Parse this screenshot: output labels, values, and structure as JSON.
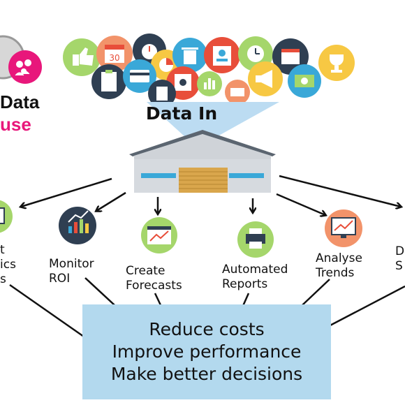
{
  "brand": {
    "line1": "Data",
    "line2": "use",
    "colors": {
      "accent": "#e8177b",
      "text": "#111111"
    }
  },
  "funnel": {
    "label": "Data In"
  },
  "icons_cloud": [
    "thumbs-up-icon",
    "calendar-30-icon",
    "stopwatch-icon",
    "pie-chart-icon",
    "trash-icon",
    "id-badge-icon",
    "clock-icon",
    "calendar-icon",
    "trophy-icon",
    "clipboard-icon",
    "credit-card-icon",
    "bar-chart-icon",
    "safe-icon",
    "document-icon",
    "megaphone-icon",
    "money-icon"
  ],
  "outcomes": {
    "left_partial": [
      "t",
      "ics",
      "s"
    ],
    "monitor_roi": [
      "Monitor",
      "ROI"
    ],
    "create_forecasts": [
      "Create",
      "Forecasts"
    ],
    "automated_reports": [
      "Automated",
      "Reports"
    ],
    "analyse_trends": [
      "Analyse",
      "Trends"
    ],
    "right_partial": [
      "D",
      "S"
    ]
  },
  "results": {
    "line1": "Reduce costs",
    "line2": "Improve performance",
    "line3": "Make better decisions",
    "box_color": "#b3d9ee"
  }
}
